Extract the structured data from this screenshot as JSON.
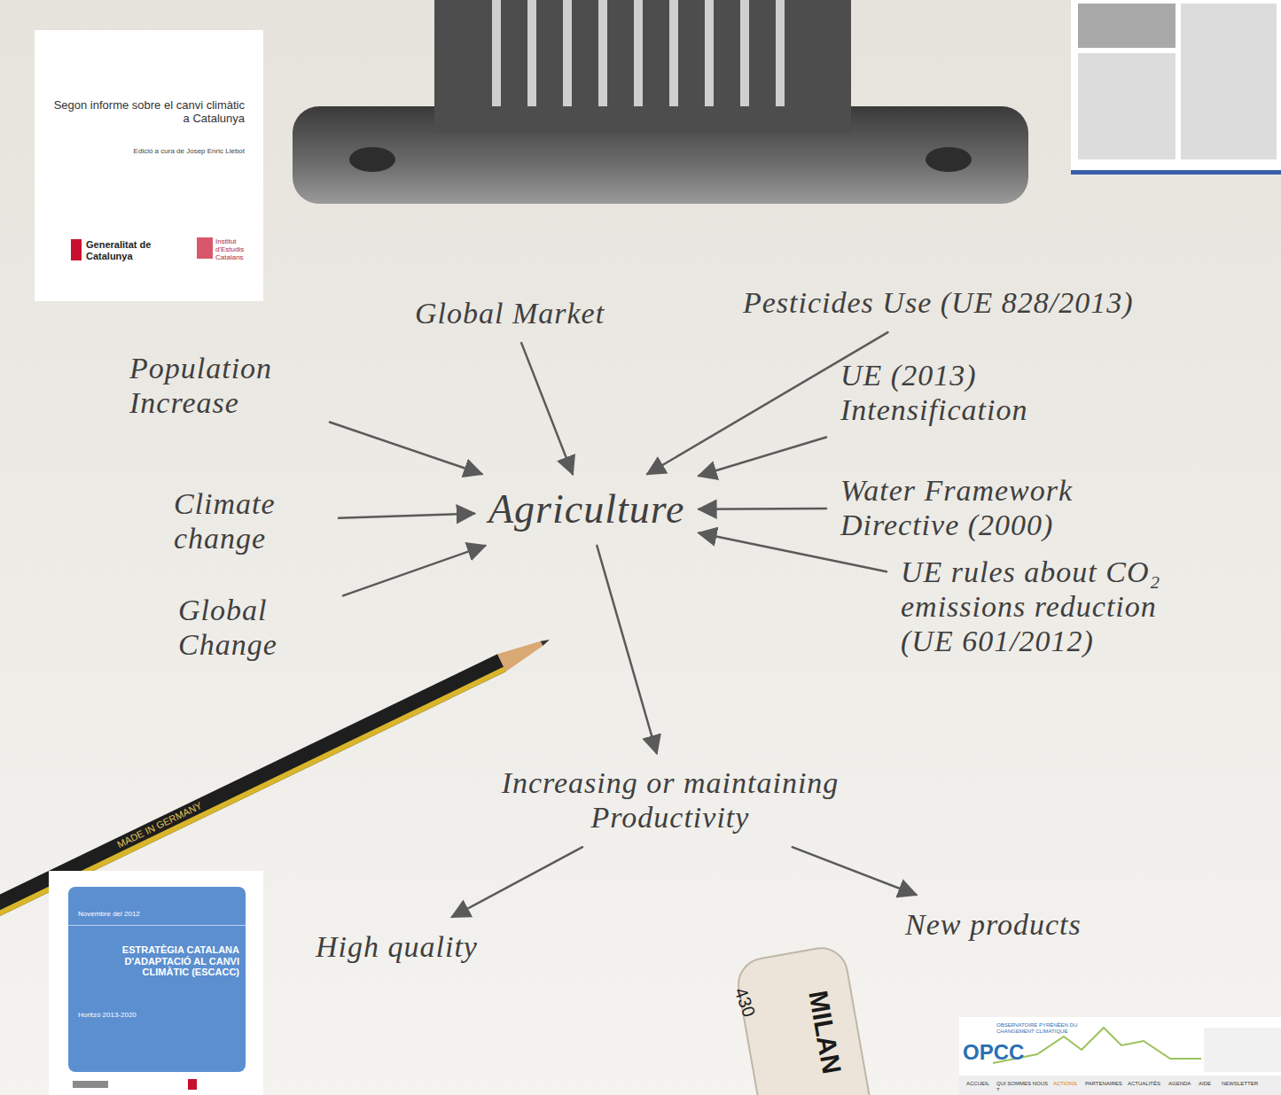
{
  "diagram": {
    "nodes": [
      {
        "text": [
          "Global Market"
        ]
      },
      {
        "text": [
          "Pesticides Use (UE 828/2013)"
        ]
      },
      {
        "text": [
          "Population Increase"
        ]
      },
      {
        "text": [
          "UE (2013) Intensification"
        ]
      },
      {
        "text": [
          "Agriculture"
        ]
      },
      {
        "text": [
          "Climate change"
        ]
      },
      {
        "text": [
          "Water Framework Directive (2000)"
        ]
      },
      {
        "text": [
          "UE rules about CO₂ emissions reduction (UE 601/2012)"
        ]
      },
      {
        "text": [
          "Global Change"
        ]
      },
      {
        "text": [
          "Increasing or maintaining Productivity"
        ]
      },
      {
        "text": [
          "High quality"
        ]
      },
      {
        "text": [
          "New products"
        ]
      }
    ],
    "edges": [
      {
        "from": 0,
        "to": 4,
        "arrow": "to"
      },
      {
        "from": 1,
        "to": 4,
        "arrow": "to"
      },
      {
        "from": 2,
        "to": 4,
        "arrow": "to"
      },
      {
        "from": 3,
        "to": 4,
        "arrow": "to"
      },
      {
        "from": 5,
        "to": 4,
        "arrow": "to"
      },
      {
        "from": 6,
        "to": 4,
        "arrow": "to"
      },
      {
        "from": 7,
        "to": 4,
        "arrow": "to"
      },
      {
        "from": 8,
        "to": 4,
        "arrow": "to"
      },
      {
        "from": 4,
        "to": 9,
        "arrow": "to"
      },
      {
        "from": 9,
        "to": 10,
        "arrow": "to"
      },
      {
        "from": 9,
        "to": 11,
        "arrow": "to"
      }
    ],
    "labels": [
      "Segon informe sobre el canvi climàtic a Catalunya",
      "Edició a cura de Josep Enric Llebot",
      "Generalitat de Catalunya",
      "Institut d'Estudis Catalans",
      "Novembre del 2012",
      "ESTRATÈGIA CATALANA D'ADAPTACIÓ AL CANVI CLIMÀTIC (ESCACC)",
      "Horitzó 2013-2020",
      "OPCC",
      "OBSERVATOIRE PYRÉNÉEN DU CHANGEMENT CLIMATIQUE",
      "ACCUEIL",
      "QUI SOMMES NOUS ?",
      "ACTIONS",
      "PARTENAIRES",
      "ACTUALITÉS",
      "AGENDA",
      "AIDE",
      "NEWSLETTER",
      "MILAN",
      "430",
      "MADE IN GERMANY"
    ]
  }
}
